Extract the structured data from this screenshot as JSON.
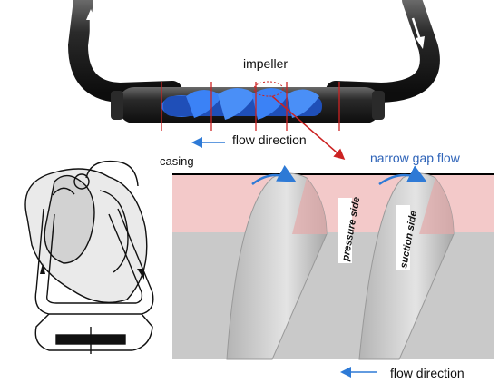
{
  "labels": {
    "impeller": "impeller",
    "flow_direction_top": "flow direction",
    "casing": "casing",
    "narrow_gap_flow": "narrow gap flow",
    "pressure_side": "pressure side",
    "suction_side": "suction side",
    "flow_direction_bottom": "flow direction"
  },
  "colors": {
    "tube": "#1c1c1c",
    "impeller_blue": "#2f6fe6",
    "casing_gap": "#f3c9c9",
    "blade_gray": "#c8c8c8",
    "arrow_blue": "#2e7ad6",
    "guide_red": "#cc2222",
    "label_blue": "#2e63b8"
  }
}
